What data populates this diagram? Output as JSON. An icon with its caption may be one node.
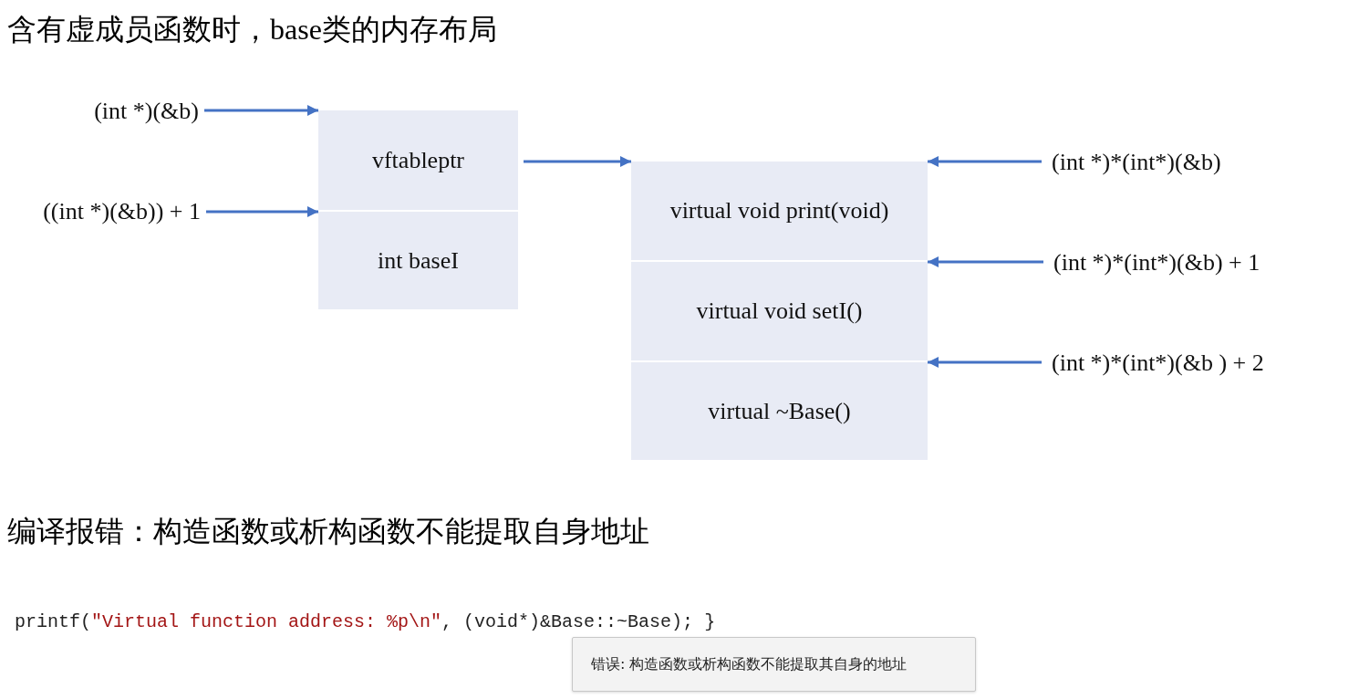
{
  "diagram": {
    "title": "含有虚成员函数时，base类的内存布局",
    "nodes": [
      {
        "text": [
          "(int *)(&b)"
        ]
      },
      {
        "text": [
          "((int *)(&b)) + 1"
        ]
      },
      {
        "text": [
          "vftableptr"
        ]
      },
      {
        "text": [
          "int baseI"
        ]
      },
      {
        "text": [
          "virtual void print(void)"
        ]
      },
      {
        "text": [
          "virtual void setI()"
        ]
      },
      {
        "text": [
          "virtual ~Base()"
        ]
      },
      {
        "text": [
          "(int *)*(int*)(&b)"
        ]
      },
      {
        "text": [
          "(int *)*(int*)(&b) + 1"
        ]
      },
      {
        "text": [
          "(int *)*(int*)(&b ) + 2"
        ]
      }
    ],
    "edges": [
      {
        "from": 0,
        "to": 2,
        "arrow": "to"
      },
      {
        "from": 1,
        "to": 3,
        "arrow": "to"
      },
      {
        "from": 2,
        "to": 4,
        "arrow": "to"
      },
      {
        "from": 7,
        "to": 4,
        "arrow": "to"
      },
      {
        "from": 8,
        "to": 5,
        "arrow": "to"
      },
      {
        "from": 9,
        "to": 6,
        "arrow": "to"
      }
    ],
    "labels": [
      "编译报错：构造函数或析构函数不能提取自身地址",
      "printf(\"Virtual function address: %p\\n\", (void*)&Base::~Base); }",
      "错误: 构造函数或析构函数不能提取其自身的地址"
    ]
  }
}
